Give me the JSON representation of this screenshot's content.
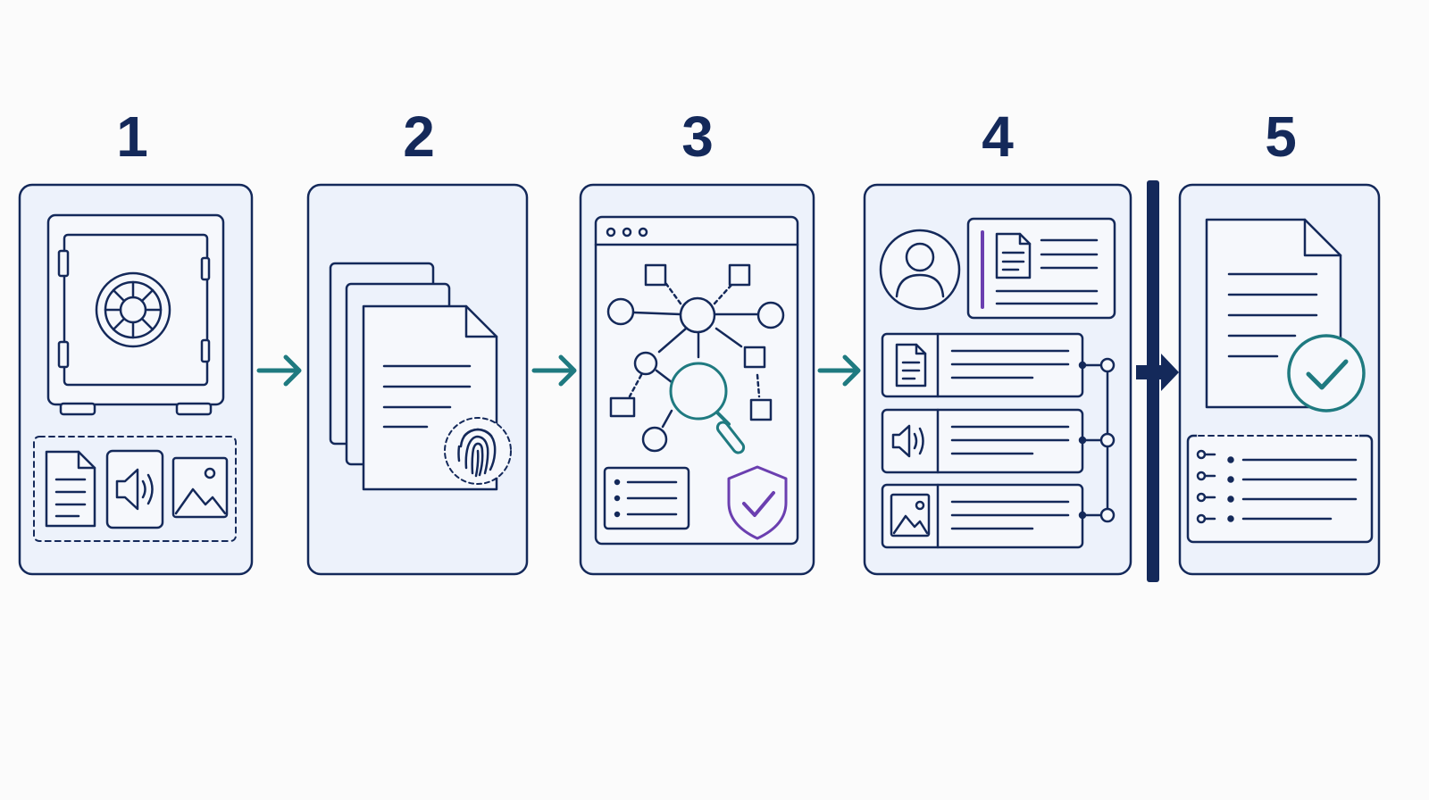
{
  "colors": {
    "navy": "#14295a",
    "teal": "#1f7a80",
    "purple": "#6b3fb0",
    "panel_fill": "#edf2fb",
    "background": "#fbfbfb"
  },
  "steps": [
    {
      "number": "1",
      "icons": [
        "safe-vault-icon",
        "document-icon",
        "audio-icon",
        "image-icon"
      ]
    },
    {
      "number": "2",
      "icons": [
        "document-stack-icon",
        "fingerprint-icon"
      ]
    },
    {
      "number": "3",
      "icons": [
        "browser-window-icon",
        "network-graph-icon",
        "magnifier-icon",
        "list-icon",
        "shield-check-icon"
      ]
    },
    {
      "number": "4",
      "icons": [
        "user-avatar-icon",
        "document-card-icon",
        "document-icon",
        "audio-icon",
        "image-icon"
      ]
    },
    {
      "number": "5",
      "icons": [
        "document-icon",
        "check-circle-icon",
        "checklist-icon"
      ]
    }
  ],
  "connectors": [
    "arrow-right-icon",
    "arrow-right-icon",
    "arrow-right-icon",
    "barrier-arrow-icon"
  ]
}
